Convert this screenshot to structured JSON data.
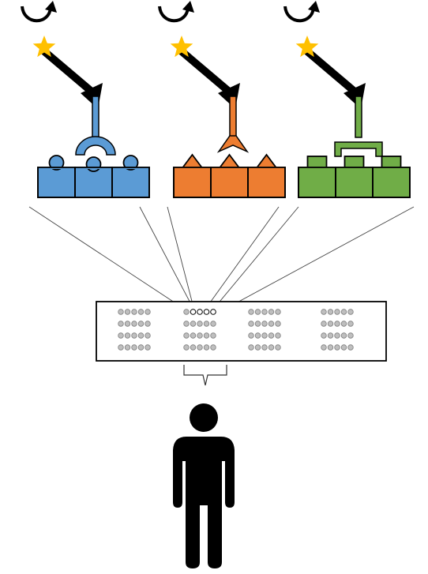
{
  "colors": {
    "blue": "#5B9BD5",
    "orange": "#ED7D31",
    "green": "#70AD47",
    "star": "#FFC000",
    "ink": "#000000",
    "well_fill": "#BFBFBF",
    "well_stroke": "#7F7F7F",
    "highlight_well": "#FFFFFF"
  },
  "assays": [
    {
      "name": "blue-assay",
      "color_key": "blue",
      "receptor_shape": "round-socket",
      "capture_shape": "round-knob"
    },
    {
      "name": "orange-assay",
      "color_key": "orange",
      "receptor_shape": "v-fork",
      "capture_shape": "triangle"
    },
    {
      "name": "green-assay",
      "color_key": "green",
      "receptor_shape": "square-clamp",
      "capture_shape": "square-tab"
    }
  ],
  "plate": {
    "well_groups": 4,
    "rows_per_group": 4,
    "wells_per_row": 5,
    "highlighted_wells": 4
  },
  "icons": {
    "rotation": "rotation-arrow-icon",
    "label": "star-label-icon",
    "antibody": "antibody-icon",
    "person": "person-icon",
    "bracket": "bracket-icon"
  }
}
